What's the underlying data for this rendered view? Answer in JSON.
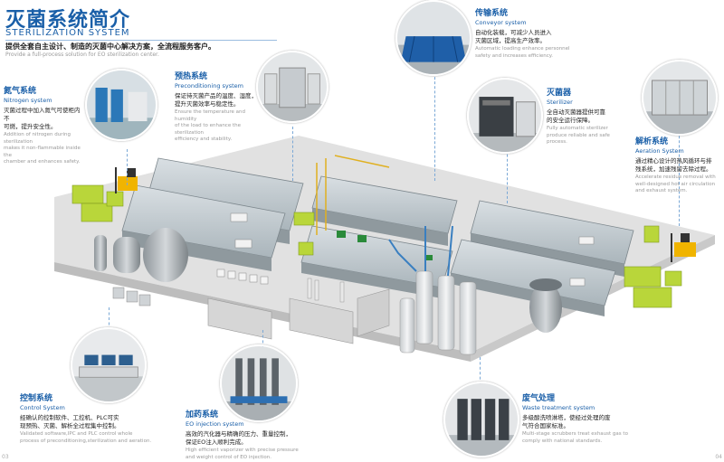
{
  "header": {
    "title": "灭菌系统简介",
    "subtitle": "STERILIZATION SYSTEM",
    "intro_cn": "提供全套自主设计、制造的灭菌中心解决方案，全流程服务客户。",
    "intro_en": "Provide a full-process solution for EO sterilization center."
  },
  "callouts": {
    "nitrogen": {
      "title_cn": "氮气系统",
      "title_en": "Nitrogen system",
      "desc_cn": [
        "灭菌过程中加入氮气可使柜内不",
        "可燃，提升安全性。"
      ],
      "desc_en": [
        "Addition of nitrogen during sterilization",
        "makes it non-flammable inside the",
        "chamber and enhances safety."
      ]
    },
    "preconditioning": {
      "title_cn": "预热系统",
      "title_en": "Preconditioning system",
      "desc_cn": [
        "保证待灭菌产品的温度、湿度，",
        "提升灭菌效率与稳定性。"
      ],
      "desc_en": [
        "Ensure the temperature and humidity",
        "of the load to enhance the sterilization",
        "efficiency and stability."
      ]
    },
    "conveyor": {
      "title_cn": "传输系统",
      "title_en": "Conveyor system",
      "desc_cn": [
        "自动化装载，可减少人员进入",
        "灭菌区域，提高生产效率。"
      ],
      "desc_en": [
        "Automatic loading enhance personnel",
        "safety and increases efficiency."
      ]
    },
    "sterilizer": {
      "title_cn": "灭菌器",
      "title_en": "Sterilizer",
      "desc_cn": [
        "全自动灭菌器提供可靠",
        "的安全运行保障。"
      ],
      "desc_en": [
        "Fully automatic sterilizer",
        "produce reliable and safe",
        "process."
      ]
    },
    "aeration": {
      "title_cn": "解析系统",
      "title_en": "Aeration System",
      "desc_cn": [
        "通过精心设计的热风循环与排",
        "残系统，加速残留去除过程。"
      ],
      "desc_en": [
        "Accelerate residue removal with",
        "well-designed hot air circulation",
        "and exhaust system."
      ]
    },
    "control": {
      "title_cn": "控制系统",
      "title_en": "Control System",
      "desc_cn": [
        "经确认的控制软件、工控机、PLC可实",
        "现预热、灭菌、解析全过程集中控制。"
      ],
      "desc_en": [
        "Validated software,IPC and PLC control whole",
        "process of preconditioning,sterilization and aeration."
      ]
    },
    "eo_injection": {
      "title_cn": "加药系统",
      "title_en": "EO injection system",
      "desc_cn": [
        "高效的汽化器与精确的压力、重量控制，",
        "保证EO注入顺利完成。"
      ],
      "desc_en": [
        "High efficient vaporizer with precise pressure",
        "and weight control of EO injection."
      ]
    },
    "waste": {
      "title_cn": "废气处理",
      "title_en": "Waste treatment system",
      "desc_cn": [
        "多级酸洗喷淋塔，使经过处理的废",
        "气符合国家标准。"
      ],
      "desc_en": [
        "Multi-stage scrubbers treat exhaust gas to",
        "comply with national standards."
      ]
    }
  },
  "page_numbers": {
    "left": "03",
    "right": "04"
  },
  "colors": {
    "accent": "#1a5fa8",
    "leader": "#7aa8d6",
    "pallet": "#b9d63a",
    "floor": "#dcdcdc"
  }
}
